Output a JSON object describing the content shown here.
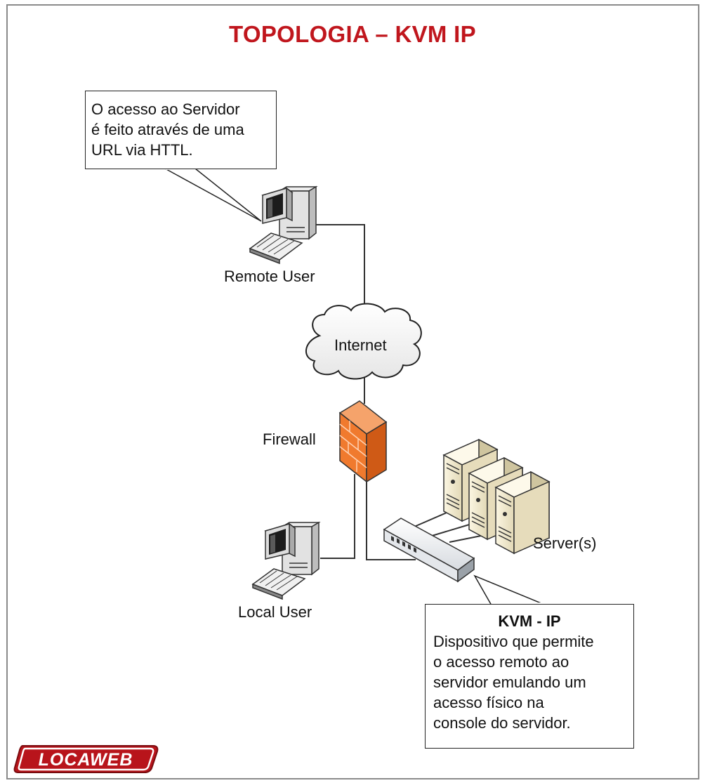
{
  "title": "TOPOLOGIA – KVM IP",
  "callout_remote": {
    "lines": [
      "O acesso ao Servidor",
      "é feito através de uma",
      "URL via HTTL."
    ]
  },
  "callout_kvm": {
    "title": "KVM - IP",
    "lines": [
      "Dispositivo que permite",
      "o acesso remoto ao",
      "servidor emulando um",
      "acesso físico na",
      "console do servidor."
    ]
  },
  "nodes": {
    "remote_user": "Remote User",
    "internet": "Internet",
    "firewall": "Firewall",
    "local_user": "Local User",
    "servers": "Server(s)"
  },
  "logo": {
    "text": "LOCAWEB",
    "color": "#b8141b"
  },
  "colors": {
    "title": "#c0161d",
    "firewall": "#f07a2e",
    "server": "#f3ecd3"
  }
}
